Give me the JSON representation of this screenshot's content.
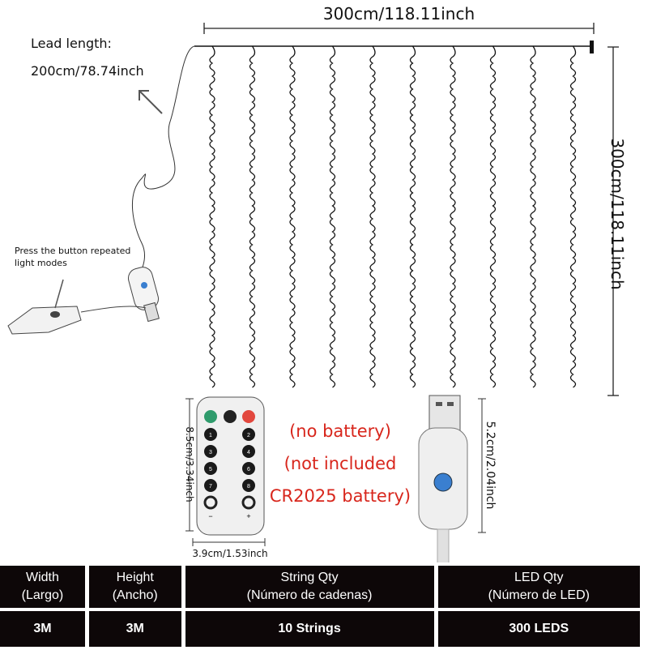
{
  "dimensions": {
    "width_label": "300cm/118.11inch",
    "height_label": "300cm/118.11inch",
    "lead_label": "Lead length:",
    "lead_value": "200cm/78.74inch",
    "button_note": "Press the button repeated light modes",
    "remote_height": "8.5cm/3.34inch",
    "remote_width": "3.9cm/1.53inch",
    "controller_height": "5.2cm/2.04inch"
  },
  "battery_note": [
    "(no battery)",
    "(not included",
    "CR2025 battery)"
  ],
  "remote": {
    "buttons": [
      "1",
      "2",
      "3",
      "4",
      "5",
      "6",
      "7",
      "8"
    ],
    "minus": "−",
    "plus": "+"
  },
  "strings_count": 10,
  "colors": {
    "accent_red": "#d8261c",
    "table_bg": "#0d0708",
    "usb_button": "#3a7fd0"
  },
  "table": {
    "headers": [
      {
        "title": "Width",
        "sub": "(Largo)"
      },
      {
        "title": "Height",
        "sub": "(Ancho)"
      },
      {
        "title": "String Qty",
        "sub": "(Número de cadenas)"
      },
      {
        "title": "LED Qty",
        "sub": "(Número de LED)"
      }
    ],
    "values": [
      "3M",
      "3M",
      "10 Strings",
      "300 LEDS"
    ]
  }
}
